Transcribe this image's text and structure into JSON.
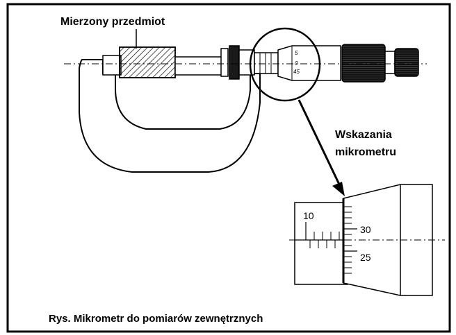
{
  "labels": {
    "measured_object": "Mierzony przedmiot",
    "readings_line1": "Wskazania",
    "readings_line2": "mikrometru",
    "caption": "Rys. Mikrometr do pomiarów zewnętrznych"
  },
  "thimble_marks_small": [
    "5",
    "0",
    "45"
  ],
  "zoom_scale": {
    "sleeve_label": "10",
    "thimble_upper": "30",
    "thimble_lower": "25"
  }
}
